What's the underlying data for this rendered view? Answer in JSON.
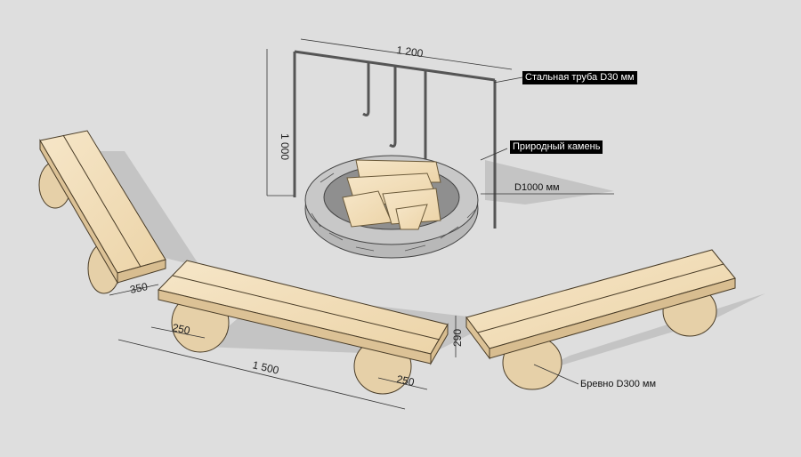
{
  "dimensions": {
    "frame_width": "1 200",
    "frame_height": "1 000",
    "bench_width": "350",
    "log_length_left": "250",
    "bench_length": "1 500",
    "log_length_right": "250",
    "bench_height": "290"
  },
  "callouts": {
    "steel_pipe": "Стальная труба D30 мм",
    "natural_stone": "Природный камень",
    "pit_diameter": "D1000 мм",
    "log": "Бревно D300 мм"
  },
  "colors": {
    "background": "#dedede",
    "wood": "#f3dfbc",
    "log_end": "#e8d2ac",
    "stone": "#b9b9b9",
    "steel": "#555555"
  }
}
